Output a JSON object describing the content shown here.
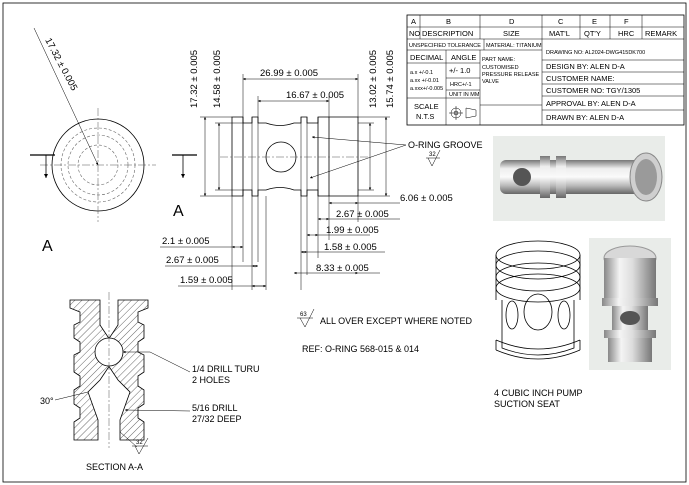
{
  "view_a": {
    "dia_dim": "17.32 ± 0.005",
    "label_left": "A",
    "label_right": "A"
  },
  "main_view": {
    "dims_vertical": [
      "17.32 ± 0.005",
      "14.58 ± 0.005",
      "13.02 ± 0.005",
      "15.74 ± 0.005"
    ],
    "dims_top": [
      "26.99 ± 0.005",
      "16.67 ± 0.005"
    ],
    "dims_right": [
      "6.06 ± 0.005",
      "2.67 ± 0.005",
      "1.99 ± 0.005",
      "1.58 ± 0.005",
      "8.33 ± 0.005"
    ],
    "dims_left": [
      "2.1 ± 0.005",
      "2.67 ± 0.005",
      "1.59 ± 0.005"
    ],
    "oring_label": "O-RING GROOVE",
    "finish_32": "32"
  },
  "notes": {
    "finish_63": "63",
    "all_over": "ALL OVER EXCEPT WHERE NOTED",
    "ref": "REF: O-RING 568-015 & 014"
  },
  "section": {
    "title": "SECTION A-A",
    "angle": "30°",
    "drill1_a": "1/4 DRILL TURU",
    "drill1_b": "2 HOLES",
    "drill2_a": "5/16 DRILL",
    "drill2_b": "27/32 DEEP",
    "finish_32": "32"
  },
  "iso_caption": [
    "4 CUBIC INCH PUMP",
    "SUCTION SEAT"
  ],
  "title_block": {
    "col_letters": [
      "A",
      "B",
      "D",
      "C",
      "E",
      "F"
    ],
    "col_headers": [
      "NO",
      "DESCRIPTION",
      "SIZE",
      "MAT'L",
      "QT'Y",
      "HRC",
      "REMARK"
    ],
    "unspec": "UNSPECIFIED TOLERANCE",
    "material": "MATERIAL: TITANIUM",
    "decimal": "DECIMAL",
    "angle": "ANGLE",
    "tol1": "a.x   +/-0.1",
    "tol2": "a.xx   +/-0.01",
    "tol3": "a.xxx+/-0.005",
    "angle_tol": "+/- 1.0",
    "hrc": "HRC+/-1",
    "unit": "UNIT IN MM",
    "part_name_label": "PART NAME:",
    "part_name_1": "CUSTOMISED",
    "part_name_2": "PRESSURE RELEASE",
    "part_name_3": "VALVE",
    "scale": "SCALE",
    "nts": "N.T.S",
    "drawing_no": "DRAWING NO: AL2024-DWG415DK700",
    "design_by": "DESIGN BY: ALEN D-A",
    "customer_name": "CUSTOMER NAME:",
    "customer_no": "CUSTOMER NO: TGY/1305",
    "approval_by": "APPROVAL BY: ALEN D-A",
    "drawn_by": "DRAWN BY: ALEN D-A"
  }
}
